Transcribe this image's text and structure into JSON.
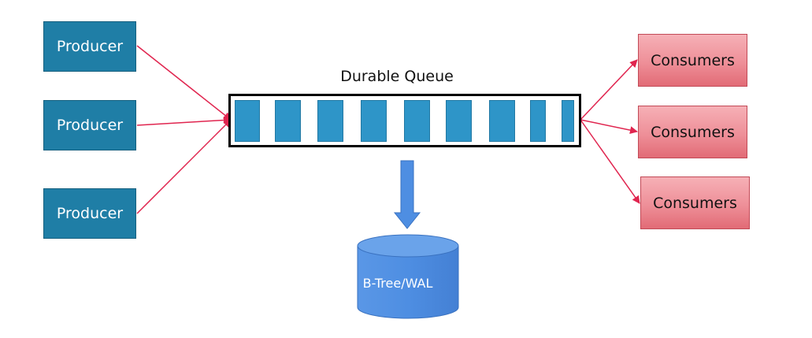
{
  "producers": [
    {
      "label": "Producer"
    },
    {
      "label": "Producer"
    },
    {
      "label": "Producer"
    }
  ],
  "queue": {
    "title": "Durable Queue",
    "slot_count": 9
  },
  "consumers": [
    {
      "label": "Consumers"
    },
    {
      "label": "Consumers"
    },
    {
      "label": "Consumers"
    }
  ],
  "storage": {
    "label": "B-Tree/WAL"
  },
  "colors": {
    "producer": "#1f7ea6",
    "slot": "#2e95c8",
    "arrow": "#e0254f",
    "consumer": "#ee8f98",
    "storage": "#4e8ee2"
  }
}
